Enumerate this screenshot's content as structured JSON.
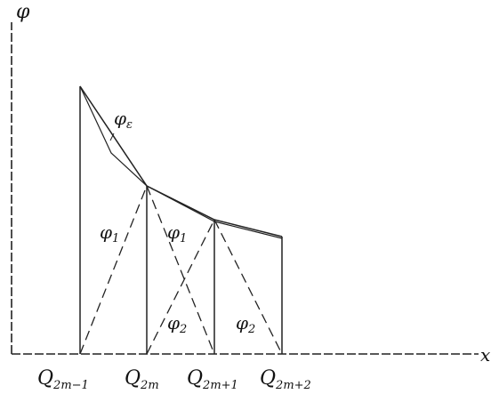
{
  "axes": {
    "y_label": "φ",
    "x_label": "x"
  },
  "curves": {
    "smooth": "φ",
    "smooth_sub": "ε"
  },
  "hat_labels": {
    "phi1_left": "φ",
    "phi1_left_sub": "1",
    "phi1_right": "φ",
    "phi1_right_sub": "1",
    "phi2_left": "φ",
    "phi2_left_sub": "2",
    "phi2_right": "φ",
    "phi2_right_sub": "2"
  },
  "nodes": [
    {
      "base": "Q",
      "sub": "2m−1"
    },
    {
      "base": "Q",
      "sub": "2m"
    },
    {
      "base": "Q",
      "sub": "2m+1"
    },
    {
      "base": "Q",
      "sub": "2m+2"
    }
  ]
}
